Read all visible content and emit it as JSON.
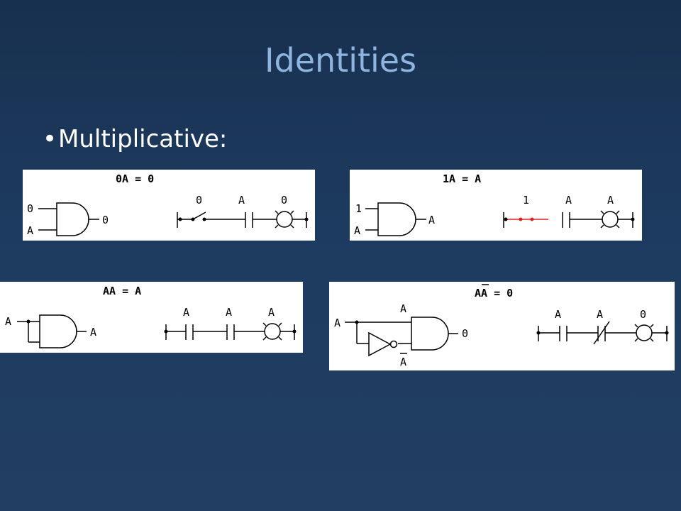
{
  "slide": {
    "title": "Identities",
    "bullet": "Multiplicative:"
  },
  "panels": [
    {
      "equation": "0A = 0",
      "gate_inputs": [
        "0",
        "A"
      ],
      "gate_output": "0",
      "ladder_labels": [
        "0",
        "A",
        "0"
      ]
    },
    {
      "equation": "1A = A",
      "gate_inputs": [
        "1",
        "A"
      ],
      "gate_output": "A",
      "ladder_labels": [
        "1",
        "A",
        "A"
      ],
      "highlight_color": "#e02020"
    },
    {
      "equation": "AA = A",
      "gate_input": "A",
      "gate_output": "A",
      "ladder_labels": [
        "A",
        "A",
        "A"
      ]
    },
    {
      "equation_base": "AA",
      "equation_rest": " = 0",
      "gate_input": "A",
      "top_input_label": "A",
      "inverted_label": "A",
      "gate_output": "0",
      "ladder_labels": [
        "A",
        "A",
        "0"
      ]
    }
  ]
}
